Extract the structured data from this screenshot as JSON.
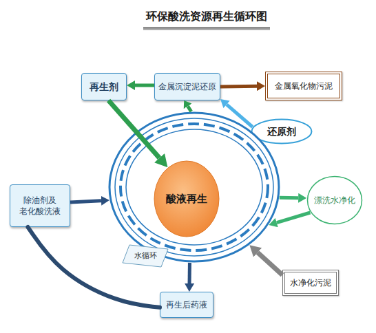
{
  "diagram": {
    "title": "环保酸洗资源再生循环图",
    "nodes": [
      {
        "text": [
          "再生剂"
        ]
      },
      {
        "text": [
          "金属沉淀泥还原"
        ]
      },
      {
        "text": [
          "金属氧化物污泥"
        ]
      },
      {
        "text": [
          "还原剂"
        ]
      },
      {
        "text": [
          "除油剂及 老化酸洗液"
        ]
      },
      {
        "text": [
          "水循环"
        ]
      },
      {
        "text": [
          "酸液再生"
        ],
        "in": 5
      },
      {
        "text": [
          "漂洗水净化"
        ]
      },
      {
        "text": [
          "水净化污泥"
        ]
      },
      {
        "text": [
          "再生后药液"
        ]
      }
    ],
    "edges": [
      {
        "from": 1,
        "to": 0,
        "arrow": "to"
      },
      {
        "from": 1,
        "to": 2,
        "arrow": "to"
      },
      {
        "from": 3,
        "to": 1,
        "arrow": "to"
      },
      {
        "from": 5,
        "to": 1,
        "arrow": "to"
      },
      {
        "from": 0,
        "to": 6,
        "arrow": "to"
      },
      {
        "from": 4,
        "to": 5,
        "arrow": "to"
      },
      {
        "from": 5,
        "to": 7,
        "arrow": "to"
      },
      {
        "from": 7,
        "to": 5,
        "arrow": "to"
      },
      {
        "from": 8,
        "to": 5,
        "arrow": "to"
      },
      {
        "from": 5,
        "to": 9,
        "arrow": "to"
      },
      {
        "from": 4,
        "to": 9,
        "arrow": "none"
      }
    ]
  }
}
